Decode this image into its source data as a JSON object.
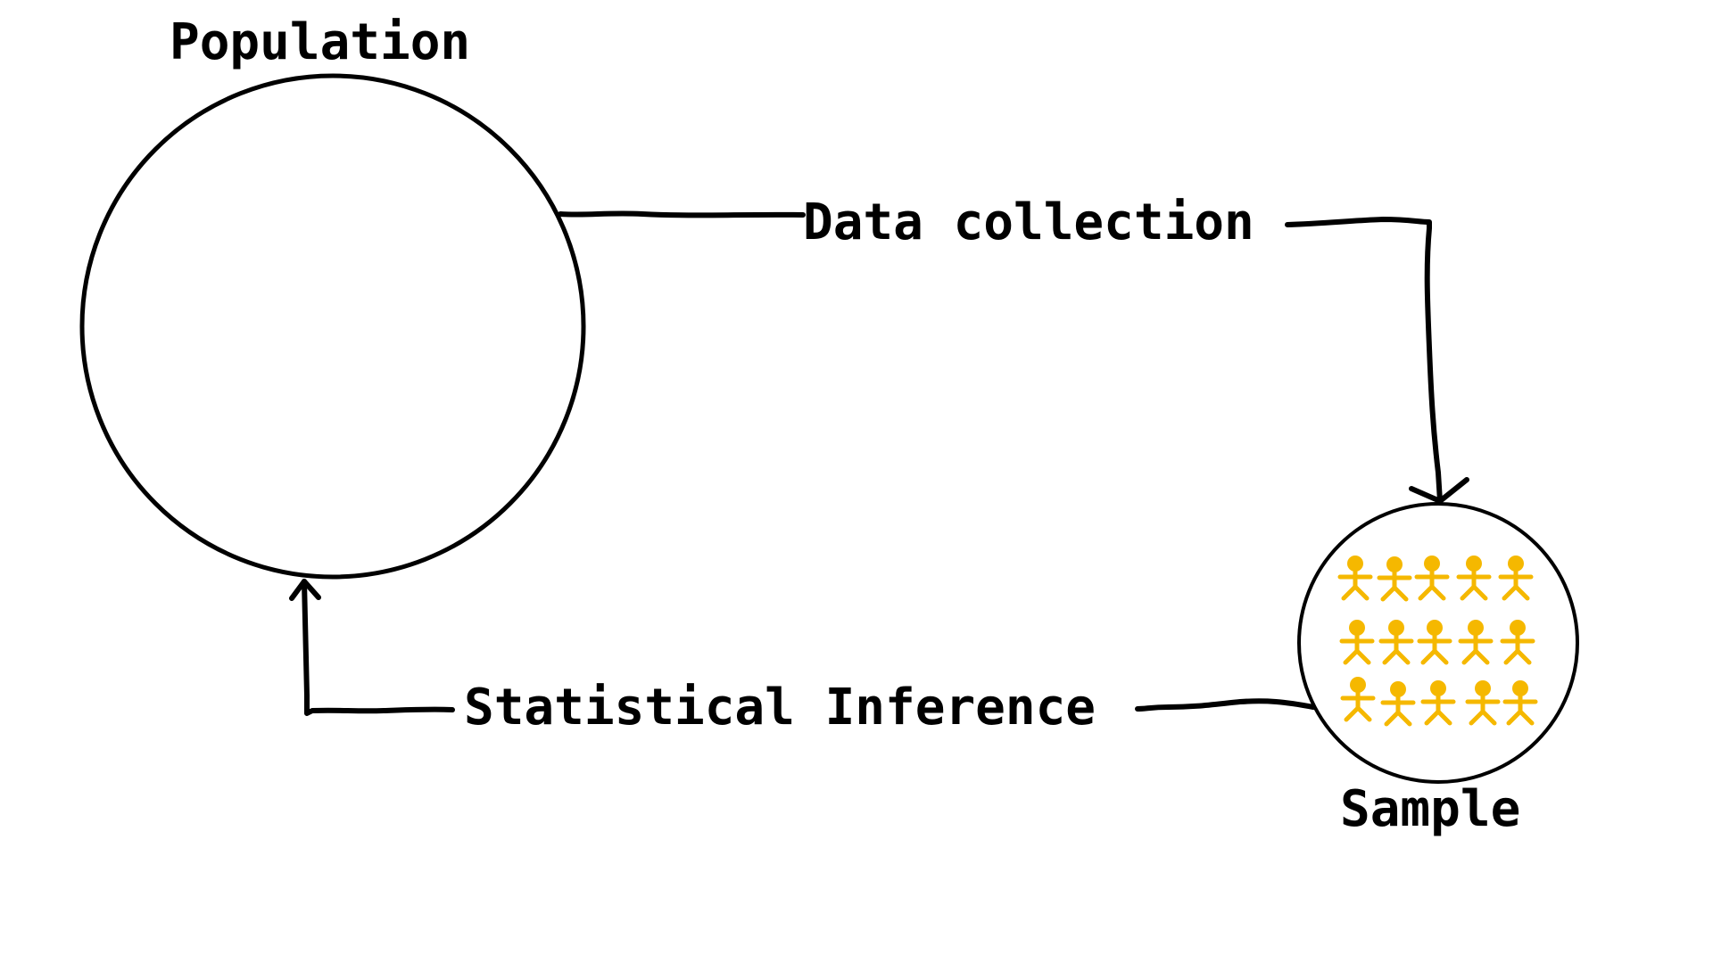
{
  "labels": {
    "population": "Population",
    "data_collection": "Data collection",
    "statistical_inference": "Statistical Inference",
    "sample": "Sample"
  },
  "colors": {
    "stroke": "#000000",
    "person": "#f5b800",
    "background": "#ffffff"
  },
  "icons": {
    "person": "person-icon"
  },
  "sample_people": {
    "rows": 3,
    "per_row": 5
  }
}
